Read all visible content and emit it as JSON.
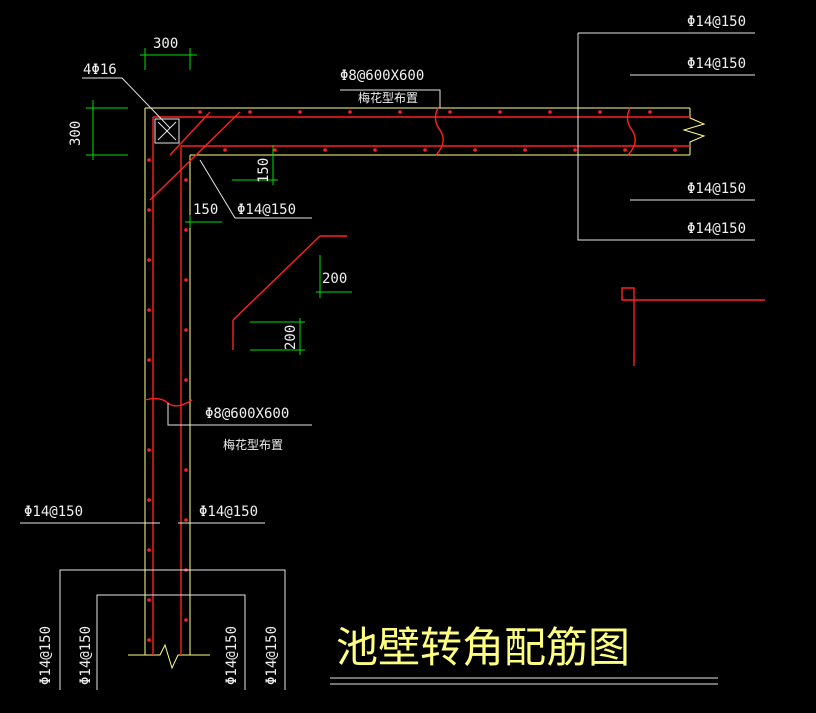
{
  "title": "池壁转角配筋图",
  "labels": {
    "corner_bars": "4Φ16",
    "dim_300_top": "300",
    "dim_300_left": "300",
    "tie_top": "Φ8@600X600",
    "tie_top_note": "梅花型布置",
    "tie_left": "Φ8@600X600",
    "tie_left_note": "梅花型布置",
    "haunch_bar": "Φ14@150",
    "dim_150_a": "150",
    "dim_150_b": "150",
    "dim_200_a": "200",
    "dim_200_b": "200",
    "right_1": "Φ14@150",
    "right_2": "Φ14@150",
    "right_3": "Φ14@150",
    "right_4": "Φ14@150",
    "bottom_left_h": "Φ14@150",
    "bottom_right_h": "Φ14@150",
    "vert_1": "Φ14@150",
    "vert_2": "Φ14@150",
    "vert_3": "Φ14@150",
    "vert_4": "Φ14@150"
  },
  "colors": {
    "outline": "#ffff80",
    "rebar": "#ff2020",
    "dimension": "#00e000",
    "leader": "#e6e6e6"
  }
}
